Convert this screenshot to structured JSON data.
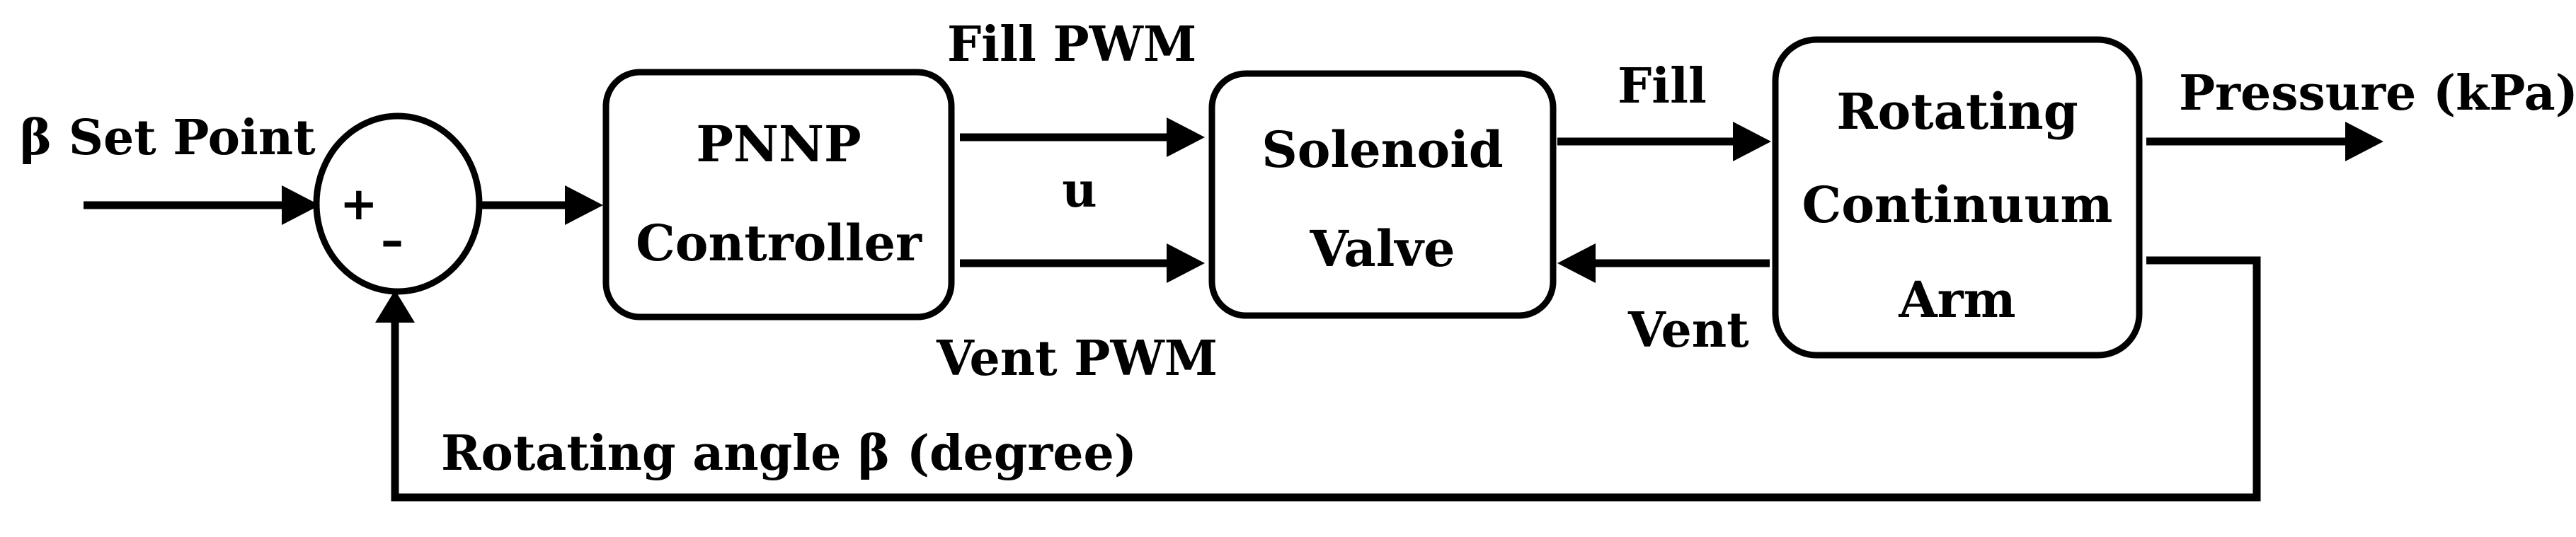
{
  "blocks": {
    "controller": {
      "line1": "PNNP",
      "line2": "Controller"
    },
    "valve": {
      "line1": "Solenoid",
      "line2": "Valve"
    },
    "arm": {
      "line1": "Rotating",
      "line2": "Continuum",
      "line3": "Arm"
    }
  },
  "summing_junction": {
    "plus_sign": "+",
    "minus_sign": "–"
  },
  "signals": {
    "setpoint": "β Set Point",
    "fill_pwm": "Fill PWM",
    "u": "u",
    "vent_pwm": "Vent PWM",
    "fill": "Fill",
    "vent": "Vent",
    "pressure": "Pressure (kPa)",
    "feedback": "Rotating angle β (degree)"
  }
}
